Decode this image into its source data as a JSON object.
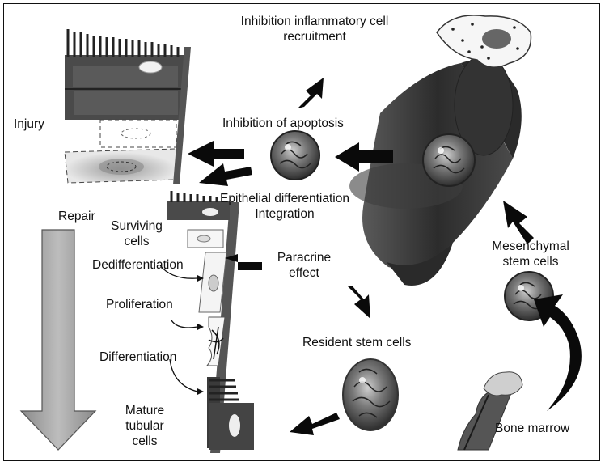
{
  "labels": {
    "inhibition_inflammatory_line1": "Inhibition inflammatory cell",
    "inhibition_inflammatory_line2": "recruitment",
    "injury": "Injury",
    "inhibition_apoptosis": "Inhibition of apoptosis",
    "epithelial_line1": "Epithelial differentiation",
    "epithelial_line2": "Integration",
    "repair": "Repair",
    "surviving_line1": "Surviving",
    "surviving_line2": "cells",
    "dedifferentiation": "Dedifferentiation",
    "proliferation": "Proliferation",
    "differentiation": "Differentiation",
    "mature_line1": "Mature",
    "mature_line2": "tubular",
    "mature_line3": "cells",
    "paracrine_line1": "Paracrine",
    "paracrine_line2": "effect",
    "resident_stem_cells": "Resident stem cells",
    "mesenchymal_line1": "Mesenchymal",
    "mesenchymal_line2": "stem cells",
    "bone_marrow": "Bone marrow"
  },
  "colors": {
    "arrow": "#0a0a0a",
    "repair_arrow": "#9a9a9a",
    "vessel": "#3c3c3c",
    "tissue_bar": "#555555"
  }
}
